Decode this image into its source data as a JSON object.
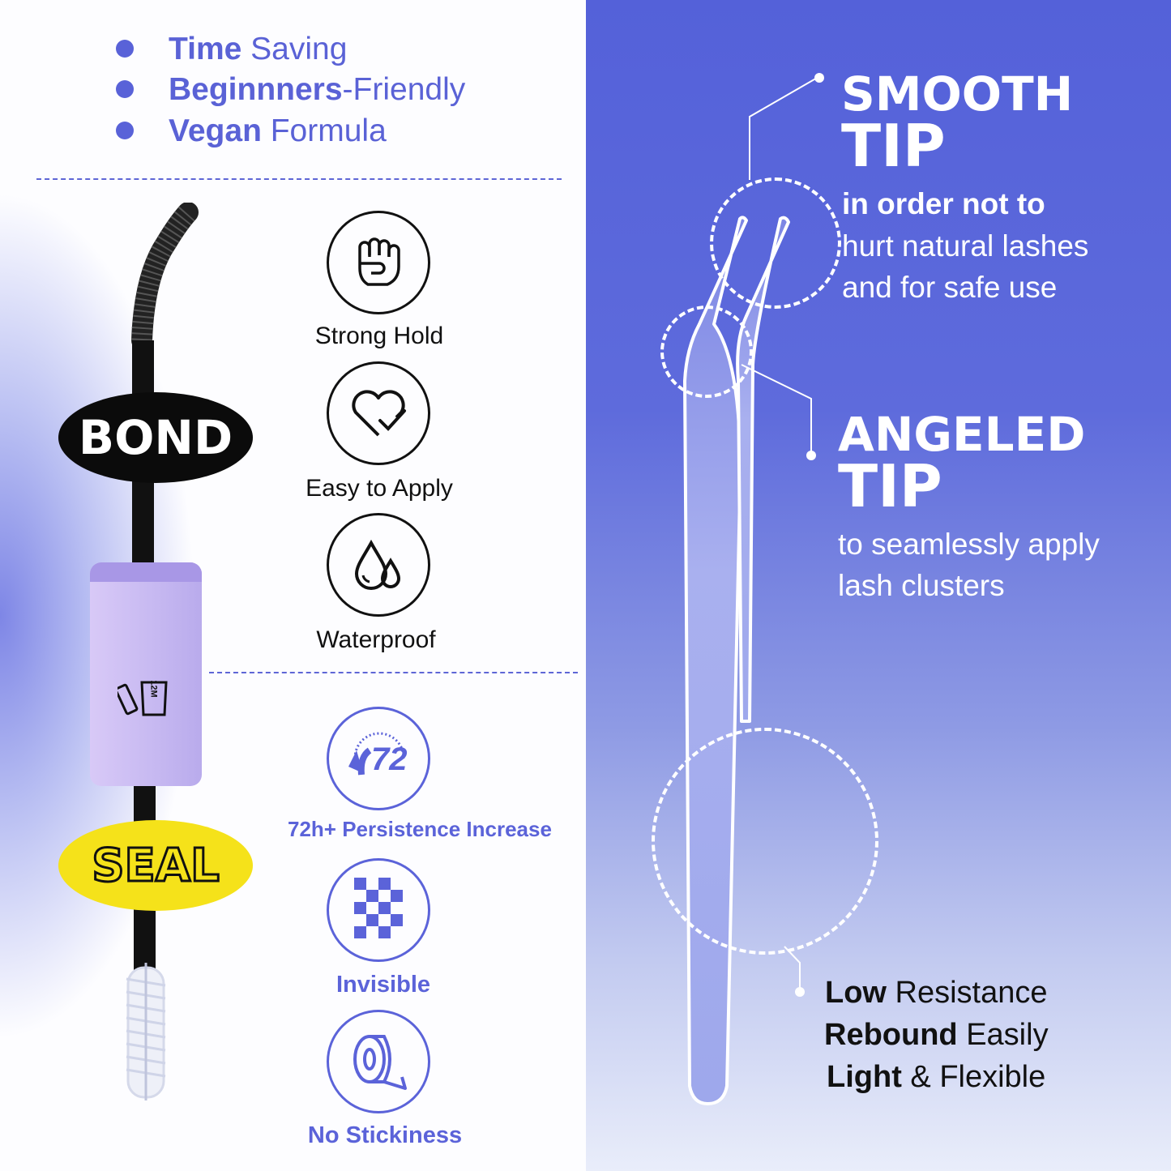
{
  "features": [
    {
      "bold": "Time",
      "rest": " Saving"
    },
    {
      "bold": "Beginnners",
      "rest": "-Friendly"
    },
    {
      "bold": "Vegan",
      "rest": " Formula"
    }
  ],
  "wand": {
    "bond_label": "BOND",
    "seal_label": "SEAL",
    "pao_label": "12M"
  },
  "bond_icons": [
    {
      "icon": "fist-icon",
      "label": "Strong Hold"
    },
    {
      "icon": "heart-check-icon",
      "label": "Easy to Apply"
    },
    {
      "icon": "water-drops-icon",
      "label": "Waterproof"
    }
  ],
  "seal_icons": [
    {
      "icon": "72-hour-icon",
      "badge": "72",
      "label": "72h+ Persistence Increase"
    },
    {
      "icon": "checker-icon",
      "label": "Invisible"
    },
    {
      "icon": "tape-roll-icon",
      "label": "No Stickiness"
    }
  ],
  "smooth": {
    "title_line1": "SMOOTH",
    "title_line2": "TIP",
    "bold_line": "in order not to",
    "line2": "hurt natural lashes",
    "line3": "and for safe use"
  },
  "angeled": {
    "title_line1": "ANGELED",
    "title_line2": "TIP",
    "line1": "to seamlessly apply",
    "line2": "lash clusters"
  },
  "bottom_features": [
    {
      "bold": "Low",
      "rest": " Resistance"
    },
    {
      "bold": "Rebound",
      "rest": " Easily"
    },
    {
      "bold": "Light",
      "rest": " & Flexible"
    }
  ],
  "colors": {
    "accent_blue": "#5a62d6",
    "seal_yellow": "#f5e21a",
    "tube_lavender": "#cdbff3"
  }
}
